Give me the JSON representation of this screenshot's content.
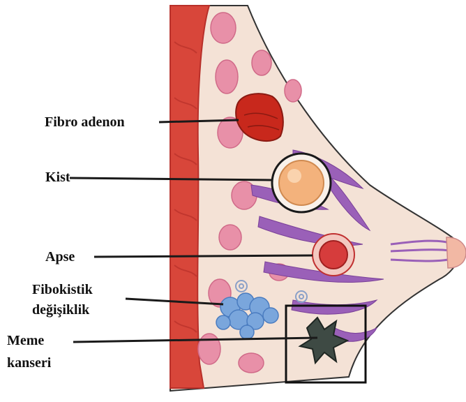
{
  "labels": {
    "fibroadenoma": "Fibro  adenon",
    "cyst": "Kist",
    "abscess": "Apse",
    "fibrocystic_line1": "Fibokistik",
    "fibrocystic_line2": "değişiklik",
    "cancer_line1": "Meme",
    "cancer_line2": "kanseri"
  },
  "colors": {
    "muscle": "#d8463a",
    "muscle_dark": "#b8302a",
    "tissue": "#f4e2d6",
    "lobule_pink": "#e890a8",
    "duct_purple": "#9a60b8",
    "fibroadenoma": "#c8281c",
    "cyst": "#f3b27c",
    "abscess": "#d63c3c",
    "fibrocystic": "#7aa6dc",
    "tumor": "#3e4a44",
    "skin": "#f2b8a4",
    "outline": "#1a1a1a"
  }
}
